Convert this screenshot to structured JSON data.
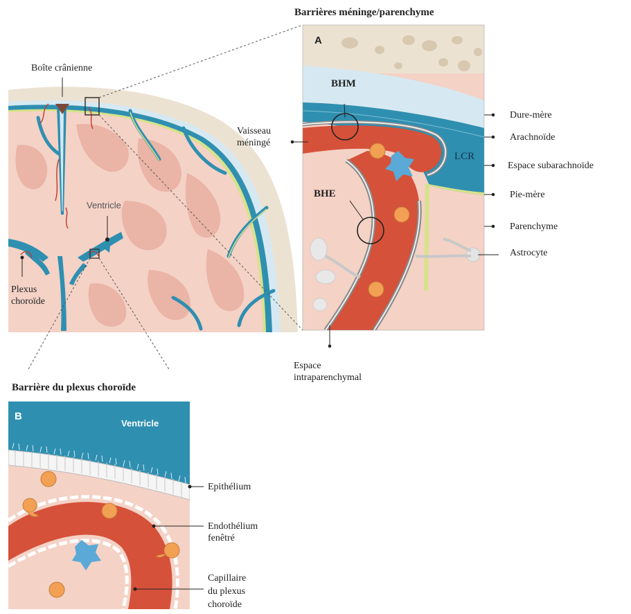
{
  "panel_a": {
    "heading": "Barrières méninge/parenchyme",
    "letter": "A",
    "bhm": "BHM",
    "bhe": "BHE",
    "lcr": "LCR",
    "labels": {
      "dure_mere": "Dure-mère",
      "arachnoide": "Arachnoïde",
      "espace_subarachnoide": "Espace subarachnoïde",
      "pie_mere": "Pie-mère",
      "parenchyme": "Parenchyme",
      "astrocyte": "Astrocyte",
      "vaisseau_meninge": "Vaisseau\nméningé",
      "espace_intraparenchymal": "Espace\nintraparenchymal"
    }
  },
  "brain": {
    "boite_cranienne": "Boîte crânienne",
    "ventricle": "Ventricle",
    "plexus_choroide": "Plexus\nchoroïde"
  },
  "panel_b": {
    "heading": "Barrière du plexus choroïde",
    "letter": "B",
    "ventricle": "Ventricle",
    "labels": {
      "epithelium": "Epithélium",
      "endothelium": "Endothélium\nfenêtré",
      "capillaire": "Capillaire\ndu plexus\nchoroïde"
    }
  },
  "colors": {
    "skull": "#ece2d2",
    "dura": "#d6e9f2",
    "csf": "#2f8fb0",
    "pia": "#d7e28a",
    "parenchyma": "#f4d2c6",
    "gyri": "#eab4a6",
    "vessel": "#d6513a",
    "rbc": "#f2a154"
  }
}
